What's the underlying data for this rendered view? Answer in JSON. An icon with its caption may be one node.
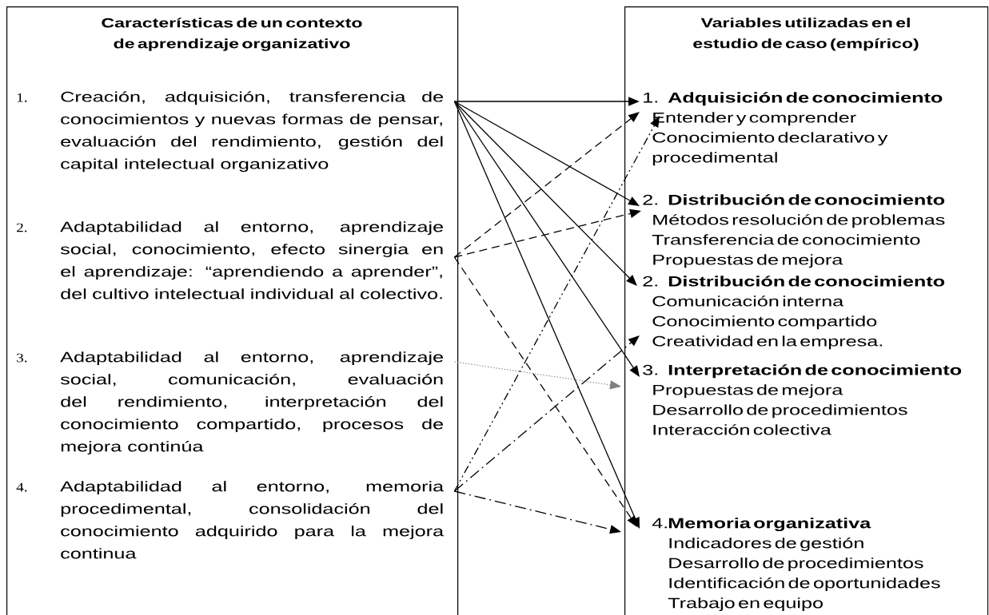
{
  "diagram": {
    "nodes": [
      {
        "text": [
          "Características de un contexto de aprendizaje organizativo"
        ]
      },
      {
        "text": [
          "1.",
          "Creación, adquisición, transferencia de conocimientos y nuevas formas de pensar, evaluación del rendimiento, gestión del capital intelectual organizativo"
        ],
        "in": 0
      },
      {
        "text": [
          "2.",
          "Adaptabilidad al entorno, aprendizaje social, conocimiento, efecto sinergia en el aprendizaje: “aprendiendo a aprender”, del cultivo intelectual individual al colectivo."
        ],
        "in": 0
      },
      {
        "text": [
          "3.",
          "Adaptabilidad al entorno, aprendizaje social, comunicación, evaluación del rendimiento, interpretación del conocimiento compartido, procesos de mejora continúa"
        ],
        "in": 0
      },
      {
        "text": [
          "4.",
          "Adaptabilidad al entorno, memoria procedimental, consolidación del conocimiento adquirido para la mejora continua"
        ],
        "in": 0
      },
      {
        "text": [
          "Variables utilizadas en el estudio de caso (empírico)"
        ]
      },
      {
        "text": [
          "1.",
          "Adquisición de conocimiento",
          "Entender y comprender",
          "Conocimiento declarativo y procedimental"
        ],
        "in": 5
      },
      {
        "text": [
          "2.",
          "Distribución de conocimiento",
          "Métodos resolución de problemas",
          "Transferencia de conocimiento",
          "Propuestas de mejora"
        ],
        "in": 5
      },
      {
        "text": [
          "2.",
          "Distribución de conocimiento",
          "Comunicación interna",
          "Conocimiento compartido",
          "Creatividad en la empresa."
        ],
        "in": 5
      },
      {
        "text": [
          "3.",
          "Interpretación de conocimiento",
          "Propuestas de mejora",
          "Desarrollo de procedimientos",
          "Interacción colectiva"
        ],
        "in": 5
      },
      {
        "text": [
          "4.",
          "Memoria organizativa",
          "Indicadores de gestión",
          "Desarrollo de procedimientos",
          "Identificación de oportunidades",
          "Trabajo en equipo"
        ],
        "in": 5
      }
    ],
    "edges": [
      {
        "from": 1,
        "to": 6,
        "arrow": "to"
      },
      {
        "from": 1,
        "to": 7,
        "arrow": "to"
      },
      {
        "from": 1,
        "to": 8,
        "arrow": "to"
      },
      {
        "from": 1,
        "to": 9,
        "arrow": "to"
      },
      {
        "from": 1,
        "to": 10,
        "arrow": "to"
      },
      {
        "from": 2,
        "to": 6,
        "arrow": "to",
        "style": "dashed"
      },
      {
        "from": 2,
        "to": 7,
        "arrow": "to",
        "style": "dashed"
      },
      {
        "from": 2,
        "to": 10,
        "arrow": "to",
        "style": "dashed"
      },
      {
        "from": 3,
        "to": 9,
        "arrow": "to",
        "style": "dashed",
        "color": "#808080"
      },
      {
        "from": 4,
        "to": 6,
        "arrow": "to",
        "style": "dashed"
      },
      {
        "from": 4,
        "to": 8,
        "arrow": "to",
        "style": "dashed"
      },
      {
        "from": 4,
        "to": 10,
        "arrow": "to",
        "style": "dashed"
      }
    ]
  }
}
